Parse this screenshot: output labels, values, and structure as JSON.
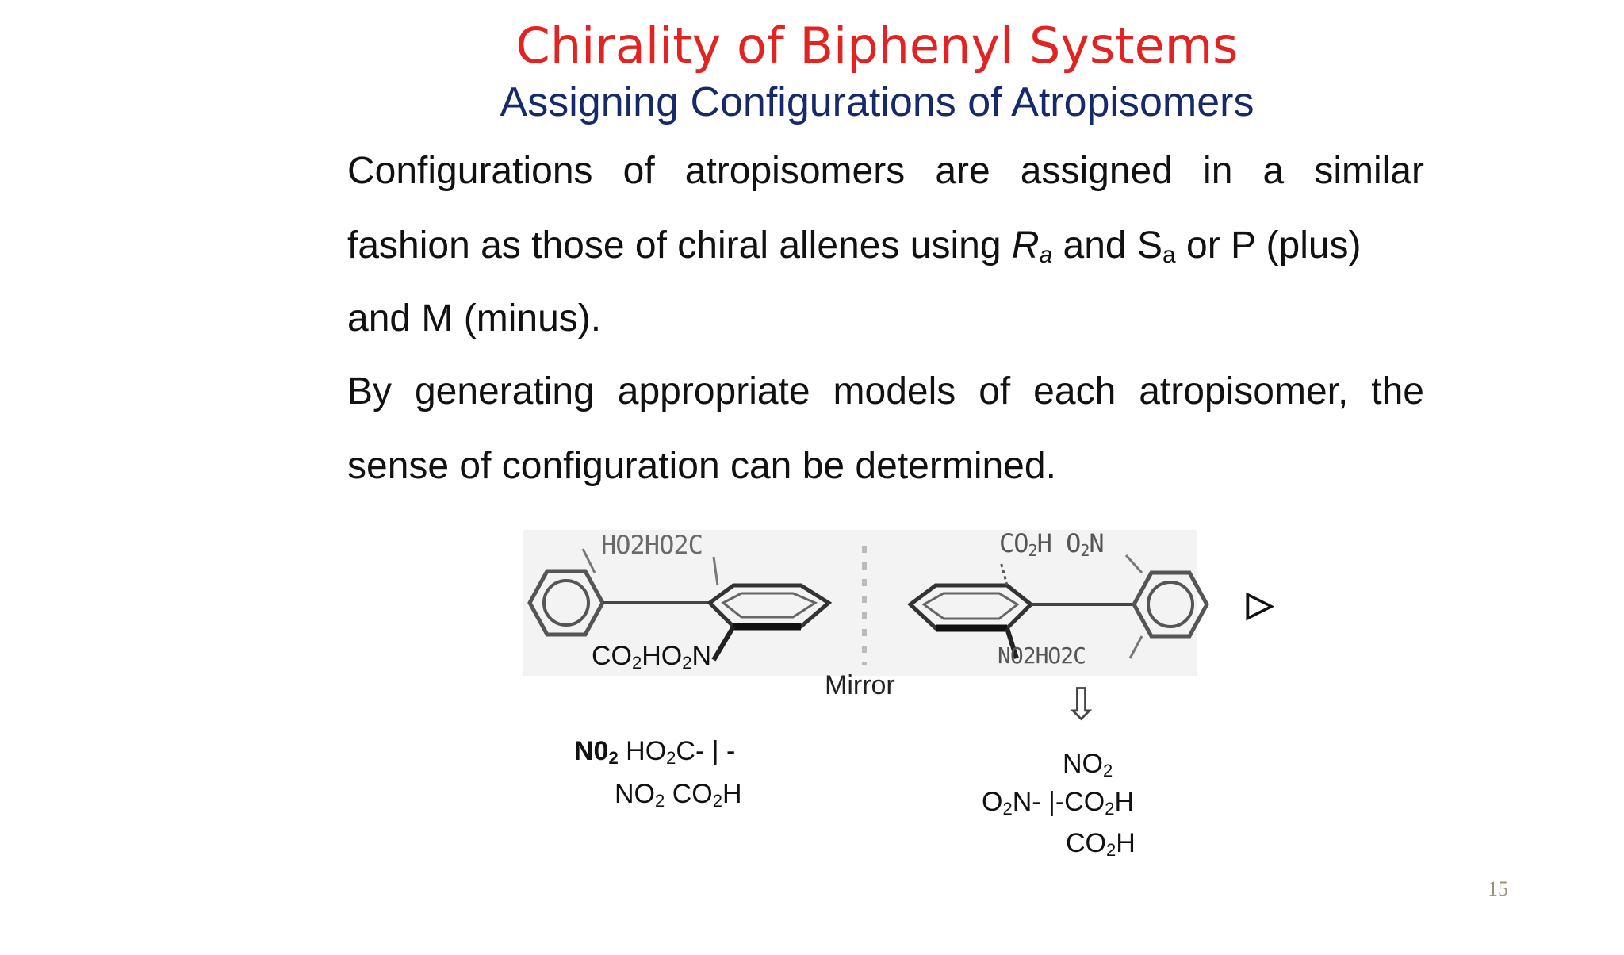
{
  "title": "Chirality of Biphenyl Systems",
  "subtitle": "Assigning Configurations of Atropisomers",
  "paragraph1": {
    "line1_words": [
      "Configurations",
      "of",
      "atropisomers",
      "are",
      "assigned",
      "in",
      "a",
      "similar"
    ],
    "line2": {
      "lead": "fashion as those of chiral allenes using ",
      "ra_base": "R",
      "ra_sub": "a",
      "mid": " and S",
      "sa_sub": "a",
      "tail": " or P (plus)"
    },
    "line3": "and M (minus)."
  },
  "paragraph2": {
    "line1_words": [
      "By",
      "generating",
      "appropriate",
      "models",
      "of",
      "each",
      "atropisomer,",
      "the"
    ],
    "line2": "sense of configuration can be determined."
  },
  "figure": {
    "left_top_label": "HO2HO2C",
    "left_bottom_label": {
      "a": "CO",
      "a_sub": "2",
      "b": "HO",
      "b_sub": "2",
      "c": "N"
    },
    "right_top_label": {
      "a": "CO",
      "a_sub": "2",
      "b": "H O",
      "b_sub": "2",
      "c": "N"
    },
    "right_bottom_label": "NO2HO2C",
    "mirror": "Mirror",
    "arrow_glyph": "⇩",
    "eye_glyph": "▷"
  },
  "projection_left": {
    "bold_part": "N0",
    "bold_sub": "2",
    "row1_rest": {
      "a": " HO",
      "a_sub": "2",
      "b": "C",
      "c": "- | -"
    },
    "row2": {
      "a": "NO",
      "a_sub": "2",
      "b": " CO",
      "b_sub": "2",
      "c": "H"
    }
  },
  "projection_right": {
    "top": {
      "a": "NO",
      "a_sub": "2"
    },
    "middle": {
      "a": "O",
      "a_sub": "2",
      "b": "N- |-CO",
      "b_sub": "2",
      "c": "H"
    },
    "bottom": {
      "a": "CO",
      "a_sub": "2",
      "b": "H"
    }
  },
  "page_number": "15",
  "colors": {
    "title": "#e32222",
    "subtitle": "#162a6b",
    "text": "#111111",
    "page_number": "#9a8f7a"
  }
}
